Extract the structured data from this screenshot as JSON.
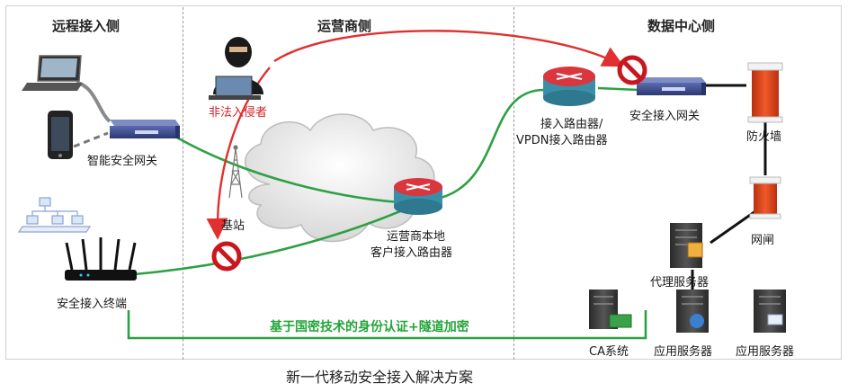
{
  "zones": {
    "remote": "远程接入侧",
    "operator": "运营商侧",
    "datacenter": "数据中心侧"
  },
  "labels": {
    "smart_gateway": "智能安全网关",
    "intruder": "非法入侵者",
    "base_station": "基站",
    "secure_terminal": "安全接入终端",
    "local_router_line1": "运营商本地",
    "local_router_line2": "客户接入路由器",
    "access_router_line1": "接入路由器/",
    "access_router_line2": "VPDN接入路由器",
    "secure_gateway": "安全接入网关",
    "firewall": "防火墙",
    "gatekeeper": "网闸",
    "proxy_server": "代理服务器",
    "app_server_1": "应用服务器",
    "app_server_2": "应用服务器",
    "ca_system": "CA系统"
  },
  "tunnel_text": "基于国密技术的身份认证+隧道加密",
  "caption": "新一代移动安全接入解决方案",
  "colors": {
    "tunnel_green": "#2ea043",
    "attack_red": "#e03030",
    "router_red": "#d9363e",
    "router_teal": "#3a8fa8",
    "gateway_blue": "#3e4f8f",
    "firewall_orange": "#e0461f"
  }
}
